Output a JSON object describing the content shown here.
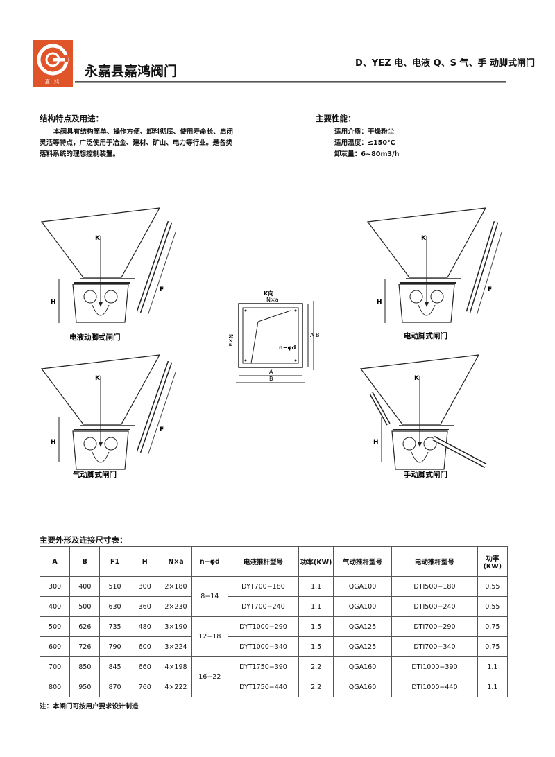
{
  "header": {
    "logo_caption": "嘉 鸿",
    "company": "永嘉县嘉鸿阀门",
    "product_title": "D、YEZ 电、电液 Q、S 气、手 动脚式闸门"
  },
  "structure": {
    "heading": "结构特点及用途：",
    "body": [
      "本阀具有结构简单、操作方便、卸料彻底、使用寿命长、启闭",
      "灵活等特点，广泛使用于冶金、建材、矿山、电力等行业。是各类",
      "落料系统的理想控制装置。"
    ]
  },
  "performance": {
    "heading": "主要性能：",
    "items": [
      "适用介质：干燥粉尘",
      "适用温度：≤150℃",
      "卸灰量：6~80m3/h"
    ]
  },
  "diagrams": {
    "captions": {
      "top_left": "电液动脚式闸门",
      "top_right": "电动脚式闸门",
      "bottom_left": "气动脚式闸门",
      "bottom_right": "手动脚式闸门"
    },
    "labels": {
      "k": "K",
      "h": "H",
      "f": "F",
      "k_view": "K向",
      "n_a": "N×a",
      "n_phi_d": "n−φd",
      "a": "A",
      "b": "B"
    }
  },
  "table": {
    "title": "主要外形及连接尺寸表：",
    "headers": [
      "A",
      "B",
      "F1",
      "H",
      "N×a",
      "n−φd",
      "电液推杆型号",
      "功率(KW)",
      "气动推杆型号",
      "电动推杆型号",
      "功率(KW)"
    ],
    "rows": [
      [
        "300",
        "400",
        "510",
        "300",
        "2×180",
        "DYT700−180",
        "1.1",
        "QGA100",
        "DTI500−180",
        "0.55"
      ],
      [
        "400",
        "500",
        "630",
        "360",
        "2×230",
        "DYT700−240",
        "1.1",
        "QGA100",
        "DTI500−240",
        "0.55"
      ],
      [
        "500",
        "626",
        "735",
        "480",
        "3×190",
        "DYT1000−290",
        "1.5",
        "QGA125",
        "DTI700−290",
        "0.75"
      ],
      [
        "600",
        "726",
        "790",
        "600",
        "3×224",
        "DYT1000−340",
        "1.5",
        "QGA125",
        "DTI700−340",
        "0.75"
      ],
      [
        "700",
        "850",
        "845",
        "660",
        "4×198",
        "DYT1750−390",
        "2.2",
        "QGA160",
        "DTI1000−390",
        "1.1"
      ],
      [
        "800",
        "950",
        "870",
        "760",
        "4×222",
        "DYT1750−440",
        "2.2",
        "QGA160",
        "DTI1000−440",
        "1.1"
      ]
    ],
    "bolt_groups": [
      "8−14",
      "12−18",
      "16−22"
    ]
  },
  "note": "注：本闸门可按用户要求设计制造",
  "colors": {
    "logo_bg": "#e0542a",
    "ink": "#111111",
    "line": "#555555"
  }
}
